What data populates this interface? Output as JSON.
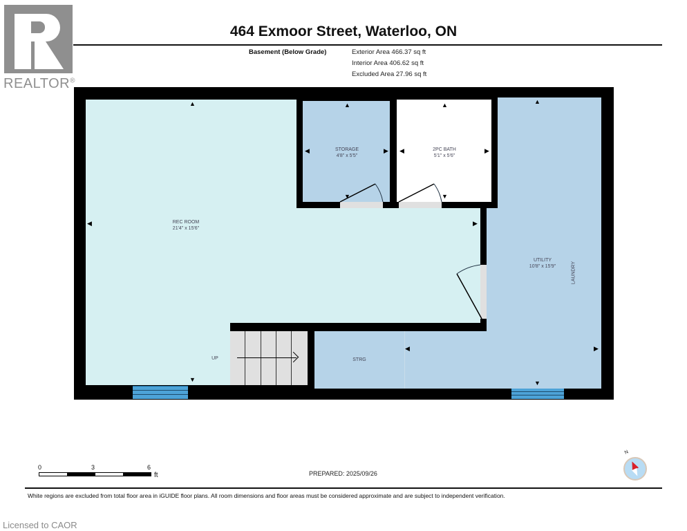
{
  "logo": {
    "text": "REALTOR",
    "mark": "®"
  },
  "header": {
    "title": "464 Exmoor Street, Waterloo, ON",
    "level_name": "Basement (Below Grade)",
    "areas": [
      "Exterior Area 466.37 sq ft",
      "Interior Area 406.62 sq ft",
      "Excluded Area 27.96 sq ft"
    ]
  },
  "colors": {
    "rec_room": "#d6f0f2",
    "storage": "#b6d3e8",
    "bath": "#ffffff",
    "utility": "#b6d3e8",
    "stairs": "#e0e0e0",
    "wall": "#000000",
    "window": "#4da3d8"
  },
  "rooms": {
    "rec_room": {
      "name": "REC ROOM",
      "dims": "21'4\" x 15'6\""
    },
    "storage": {
      "name": "STORAGE",
      "dims": "4'8\" x 5'5\""
    },
    "bath": {
      "name": "2PC BATH",
      "dims": "5'1\" x 5'6\""
    },
    "utility": {
      "name": "UTILITY",
      "dims": "10'8\" x 15'9\""
    },
    "laundry": {
      "name": "LAUNDRY"
    },
    "strg": {
      "name": "STRG"
    },
    "stairs": {
      "label": "UP"
    }
  },
  "scale": {
    "ticks": [
      "0",
      "3",
      "6"
    ],
    "unit": "ft"
  },
  "prepared": "PREPARED: 2025/09/26",
  "compass": {
    "label": "N"
  },
  "footnote": "White regions are excluded from total floor area in iGUIDE floor plans. All room dimensions and floor areas must be considered approximate and are subject to independent verification.",
  "license": "Licensed to CAOR"
}
